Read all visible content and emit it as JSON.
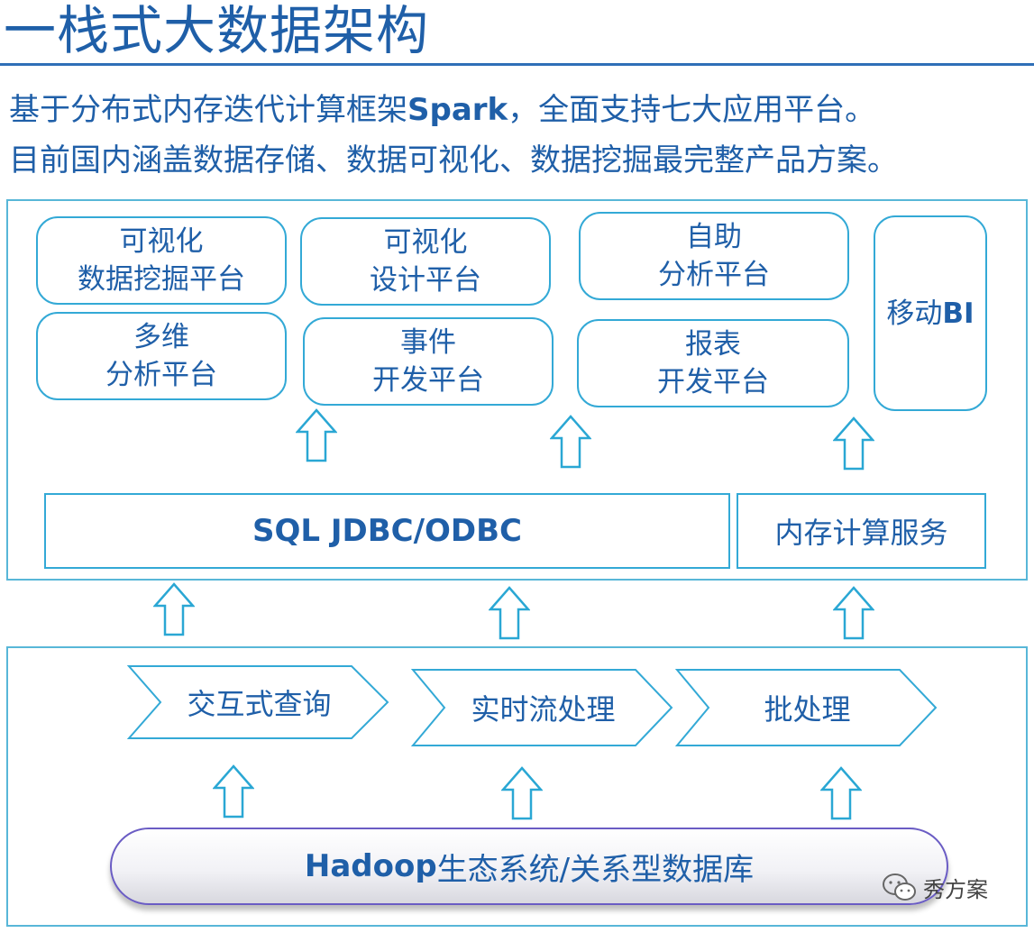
{
  "title": "一栈式大数据架构",
  "subtitle": {
    "line1_pre": "基于分布式内存迭代计算框架",
    "line1_bold": "Spark",
    "line1_post": "，全面支持七大应用平台。",
    "line2": "目前国内涵盖数据存储、数据可视化、数据挖掘最完整产品方案。"
  },
  "platforms": {
    "vis_mining": [
      "可视化",
      "数据挖掘平台"
    ],
    "vis_design": [
      "可视化",
      "设计平台"
    ],
    "self_analysis": [
      "自助",
      "分析平台"
    ],
    "mobile_bi_pre": "移动",
    "mobile_bi_bold": "BI",
    "multidim": [
      "多维",
      "分析平台"
    ],
    "event_dev": [
      "事件",
      "开发平台"
    ],
    "report_dev": [
      "报表",
      "开发平台"
    ]
  },
  "services": {
    "sql": "SQL JDBC/ODBC",
    "memory": "内存计算服务"
  },
  "processing": {
    "interactive": "交互式查询",
    "stream": "实时流处理",
    "batch": "批处理"
  },
  "foundation": {
    "bold": "Hadoop",
    "rest": "生态系统/关系型数据库"
  },
  "watermark": "秀方案",
  "colors": {
    "text": "#1f5fa8",
    "border": "#33a9d6",
    "frame": "#58b7d8"
  }
}
